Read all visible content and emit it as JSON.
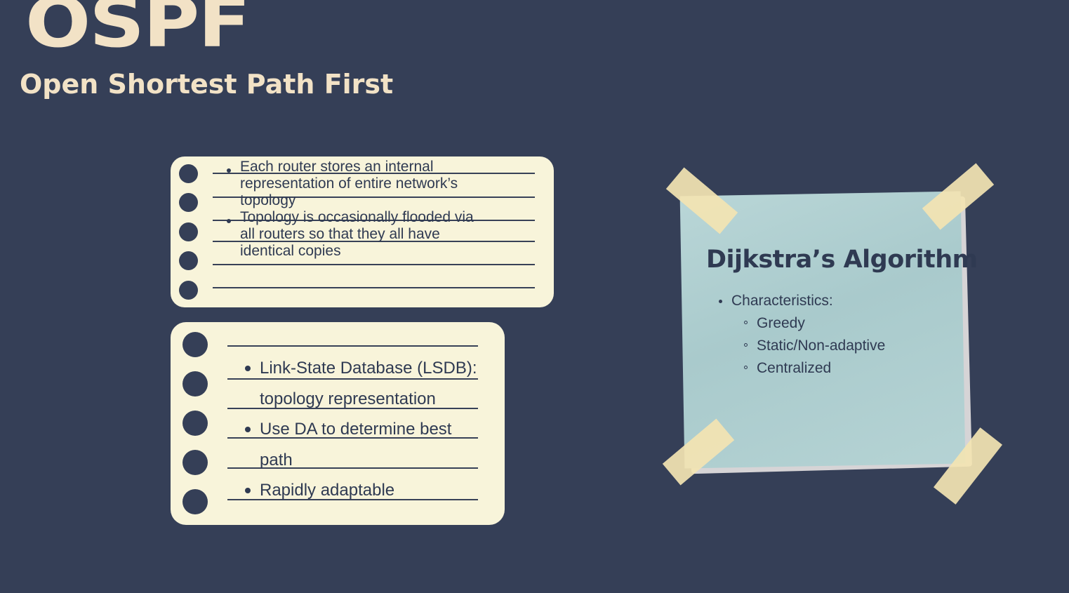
{
  "title": "OSPF",
  "subtitle": "Open Shortest Path First",
  "card_top": {
    "bullets": [
      {
        "lines": [
          "Each router stores an internal",
          "representation of entire network’s",
          "topology"
        ]
      },
      {
        "lines": [
          "Topology is occasionally flooded via",
          "all routers so that they all have",
          "identical copies"
        ]
      }
    ]
  },
  "card_bottom": {
    "bullets": [
      {
        "lines": [
          "Link-State Database (LSDB):",
          "topology representation"
        ]
      },
      {
        "lines": [
          "Use DA to determine best",
          "path"
        ]
      },
      {
        "lines": [
          "Rapidly adaptable"
        ]
      }
    ]
  },
  "sticky": {
    "title": "Dijkstra’s Algorithm",
    "heading": "Characteristics:",
    "items": [
      "Greedy",
      "Static/Non-adaptive",
      "Centralized"
    ]
  },
  "colors": {
    "background": "#353f57",
    "title": "#f2e2c6",
    "card": "#f8f4da",
    "sticky": "#b9d6d7",
    "tape": "#f3e4b2",
    "text": "#2f3a52"
  }
}
